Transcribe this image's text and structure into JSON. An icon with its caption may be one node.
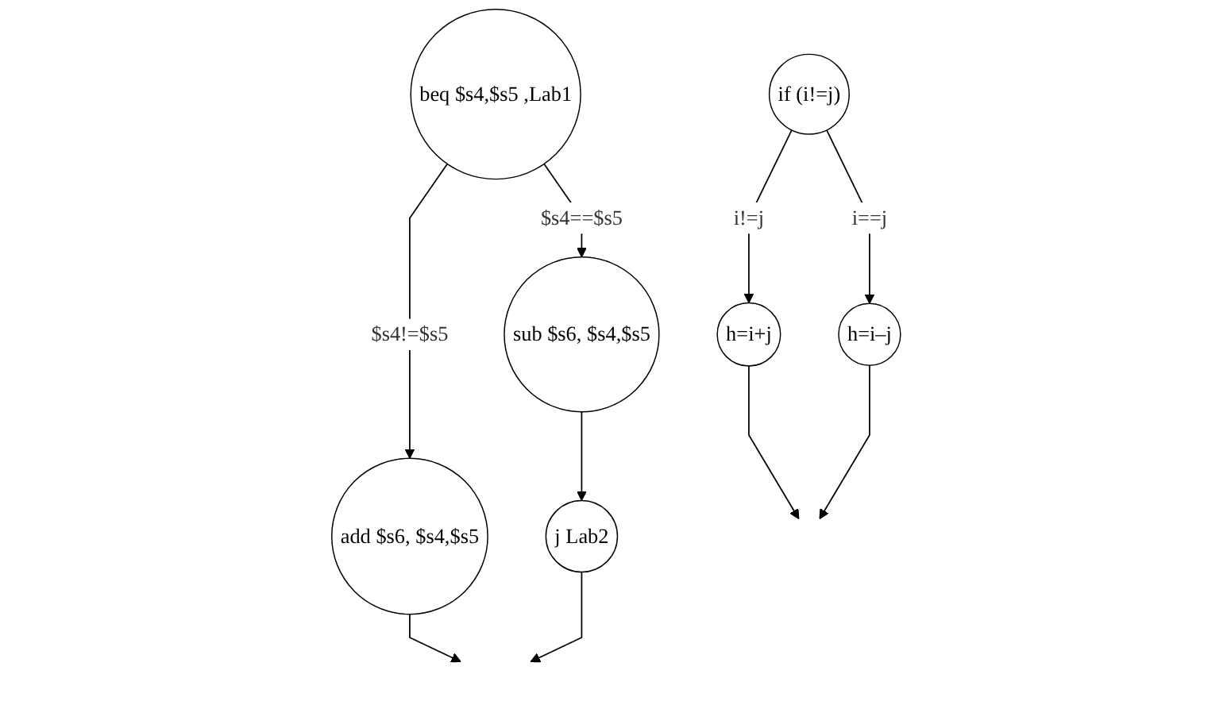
{
  "diagram": {
    "nodes": [
      {
        "text": [
          "if (i!=j)"
        ]
      },
      {
        "text": [
          "h=i+j"
        ]
      },
      {
        "text": [
          "h=i–j"
        ]
      },
      {
        "text": [
          "beq $s4,$s5 ,Lab1"
        ]
      },
      {
        "text": [
          "sub $s6, $s4,$s5"
        ]
      },
      {
        "text": [
          "add $s6, $s4,$s5"
        ]
      },
      {
        "text": [
          "j Lab2"
        ]
      }
    ],
    "edges": [
      {
        "from": 0,
        "to": 1,
        "arrow": "to",
        "label": "i!=j"
      },
      {
        "from": 0,
        "to": 2,
        "arrow": "to",
        "label": "i==j"
      },
      {
        "from": 1,
        "to": null,
        "arrow": "to"
      },
      {
        "from": 2,
        "to": null,
        "arrow": "to"
      },
      {
        "from": 3,
        "to": 4,
        "arrow": "to",
        "label": "$s4==$s5"
      },
      {
        "from": 3,
        "to": 5,
        "arrow": "to",
        "label": "$s4!=$s5"
      },
      {
        "from": 4,
        "to": 6,
        "arrow": "to"
      },
      {
        "from": 5,
        "to": null,
        "arrow": "to"
      },
      {
        "from": 6,
        "to": null,
        "arrow": "to"
      }
    ]
  }
}
